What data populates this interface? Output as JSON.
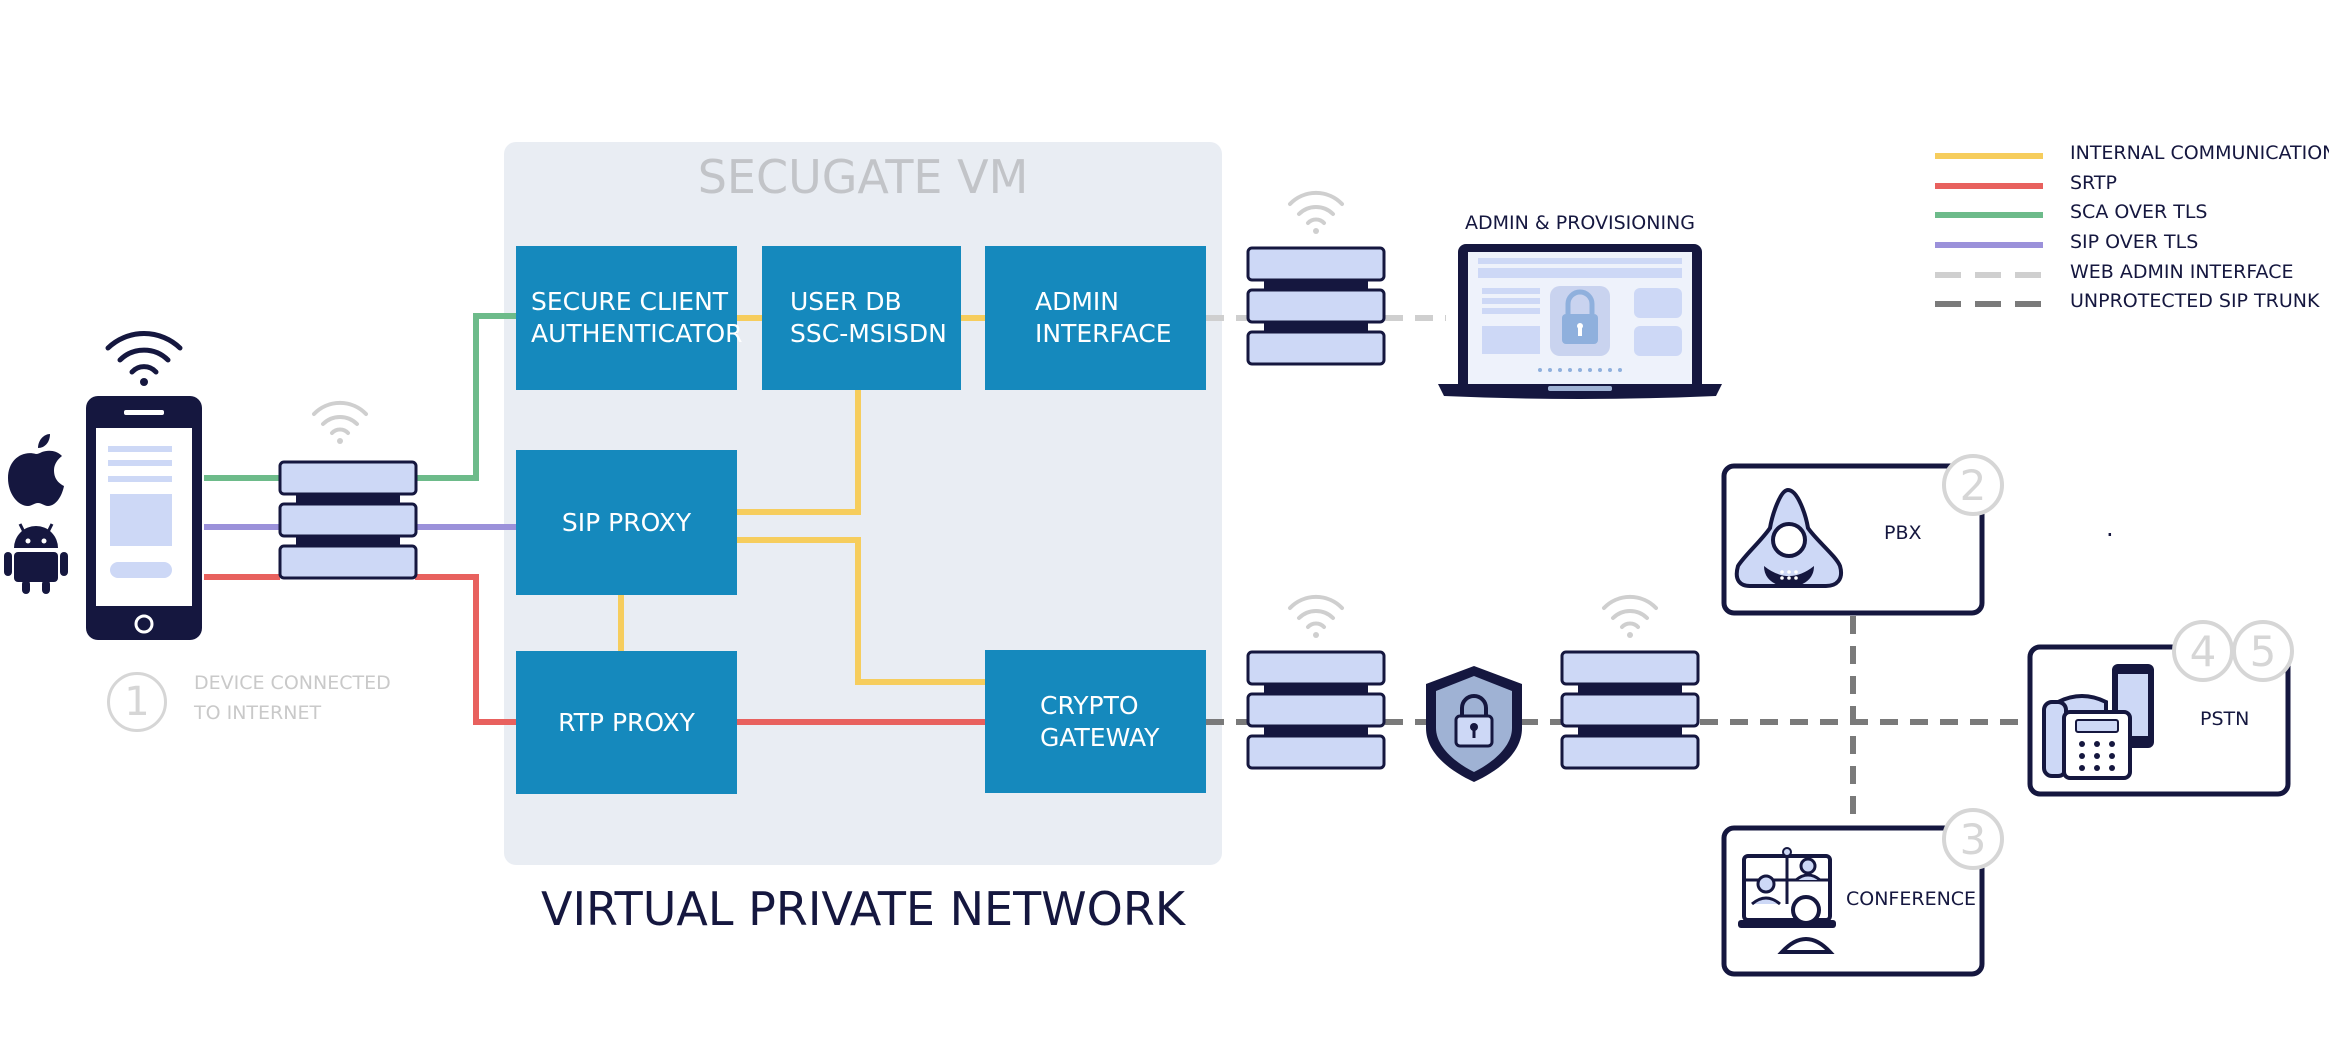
{
  "vm": {
    "title": "SECUGATE VM"
  },
  "network": {
    "title": "VIRTUAL PRIVATE NETWORK"
  },
  "components": {
    "sca": {
      "line1": "SECURE CLIENT",
      "line2": "AUTHENTICATOR"
    },
    "userdb": {
      "line1": "USER DB",
      "line2": "SSC-MSISDN"
    },
    "admin_if": {
      "line1": "ADMIN",
      "line2": "INTERFACE"
    },
    "sip_proxy": {
      "label": "SIP PROXY"
    },
    "rtp_proxy": {
      "label": "RTP PROXY"
    },
    "crypto": {
      "line1": "CRYPTO",
      "line2": "GATEWAY"
    }
  },
  "admin_provisioning": {
    "label": "ADMIN & PROVISIONING"
  },
  "device": {
    "number": "1",
    "line1": "DEVICE CONNECTED",
    "line2": "TO INTERNET"
  },
  "pbx": {
    "number": "2",
    "label": "PBX"
  },
  "conference": {
    "number": "3",
    "label": "CONFERENCE"
  },
  "pstn": {
    "number_a": "4",
    "number_b": "5",
    "label": "PSTN"
  },
  "misc": {
    "dot": "."
  },
  "legend": [
    {
      "label": "INTERNAL COMMUNICATION",
      "color": "#f6cd5d",
      "style": "solid"
    },
    {
      "label": "SRTP",
      "color": "#e8615e",
      "style": "solid"
    },
    {
      "label": "SCA OVER TLS",
      "color": "#6dbb8a",
      "style": "solid"
    },
    {
      "label": "SIP OVER TLS",
      "color": "#9b91da",
      "style": "solid"
    },
    {
      "label": "WEB ADMIN INTERFACE",
      "color": "#cfcfcf",
      "style": "dashed"
    },
    {
      "label": "UNPROTECTED SIP TRUNK",
      "color": "#7a7a7a",
      "style": "dashed"
    }
  ],
  "colors": {
    "box": "#1589bd",
    "vm_bg": "#e9edf3",
    "navy": "#15173f",
    "server_fill": "#cdd8f6",
    "internal": "#f6cd5d",
    "srtp": "#e8615e",
    "sca": "#6dbb8a",
    "sip": "#9b91da",
    "web_admin": "#cfcfcf",
    "trunk": "#7a7a7a"
  },
  "icons": [
    "wifi-icon",
    "smartphone-icon",
    "apple-icon",
    "android-icon",
    "server-icon",
    "laptop-icon",
    "lock-icon",
    "shield-lock-icon",
    "pbx-icon",
    "conference-icon",
    "telephone-icon"
  ]
}
